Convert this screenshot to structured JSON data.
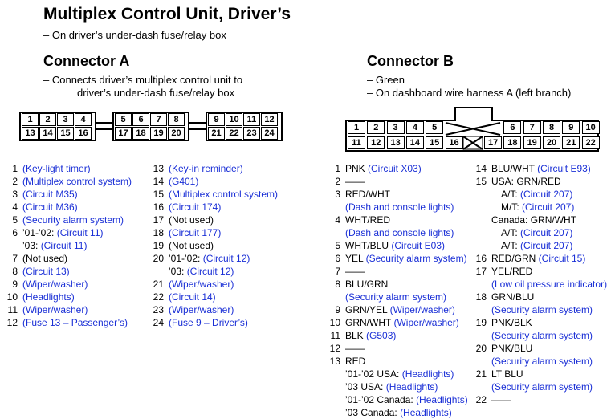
{
  "page": {
    "title": "Multiplex Control Unit, Driver’s",
    "subtitle": "– On driver’s under-dash fuse/relay box"
  },
  "connector_a": {
    "title": "Connector A",
    "desc_1": "– Connects driver’s multiplex control unit to",
    "desc_2": "driver’s under-dash fuse/relay box",
    "pins_top": [
      "1",
      "2",
      "3",
      "4",
      "5",
      "6",
      "7",
      "8",
      "9",
      "10",
      "11",
      "12"
    ],
    "pins_bottom": [
      "13",
      "14",
      "15",
      "16",
      "17",
      "18",
      "19",
      "20",
      "21",
      "22",
      "23",
      "24"
    ],
    "col1": [
      {
        "n": "1",
        "lines": [
          [
            {
              "t": "(Key-light timer)",
              "b": 1
            }
          ]
        ]
      },
      {
        "n": "2",
        "lines": [
          [
            {
              "t": "(Multiplex control system)",
              "b": 1
            }
          ]
        ]
      },
      {
        "n": "3",
        "lines": [
          [
            {
              "t": "(Circuit M35)",
              "b": 1
            }
          ]
        ]
      },
      {
        "n": "4",
        "lines": [
          [
            {
              "t": "(Circuit M36)",
              "b": 1
            }
          ]
        ]
      },
      {
        "n": "5",
        "lines": [
          [
            {
              "t": "(Security alarm system)",
              "b": 1
            }
          ]
        ]
      },
      {
        "n": "6",
        "lines": [
          [
            {
              "t": "’01-’02: ",
              "b": 0
            },
            {
              "t": "(Circuit 11)",
              "b": 1
            }
          ],
          [
            {
              "t": "’03: ",
              "b": 0
            },
            {
              "t": "(Circuit 11)",
              "b": 1
            }
          ]
        ]
      },
      {
        "n": "7",
        "lines": [
          [
            {
              "t": "(Not used)",
              "b": 0
            }
          ]
        ]
      },
      {
        "n": "8",
        "lines": [
          [
            {
              "t": "(Circuit 13)",
              "b": 1
            }
          ]
        ]
      },
      {
        "n": "9",
        "lines": [
          [
            {
              "t": "(Wiper/washer)",
              "b": 1
            }
          ]
        ]
      },
      {
        "n": "10",
        "lines": [
          [
            {
              "t": "(Headlights)",
              "b": 1
            }
          ]
        ]
      },
      {
        "n": "11",
        "lines": [
          [
            {
              "t": "(Wiper/washer)",
              "b": 1
            }
          ]
        ]
      },
      {
        "n": "12",
        "lines": [
          [
            {
              "t": "(Fuse 13 – Passenger’s)",
              "b": 1
            }
          ]
        ]
      }
    ],
    "col2": [
      {
        "n": "13",
        "lines": [
          [
            {
              "t": "(Key-in reminder)",
              "b": 1
            }
          ]
        ]
      },
      {
        "n": "14",
        "lines": [
          [
            {
              "t": "(G401)",
              "b": 1
            }
          ]
        ]
      },
      {
        "n": "15",
        "lines": [
          [
            {
              "t": "(Multiplex control system)",
              "b": 1
            }
          ]
        ]
      },
      {
        "n": "16",
        "lines": [
          [
            {
              "t": "(Circuit 174)",
              "b": 1
            }
          ]
        ]
      },
      {
        "n": "17",
        "lines": [
          [
            {
              "t": "(Not used)",
              "b": 0
            }
          ]
        ]
      },
      {
        "n": "18",
        "lines": [
          [
            {
              "t": "(Circuit 177)",
              "b": 1
            }
          ]
        ]
      },
      {
        "n": "19",
        "lines": [
          [
            {
              "t": "(Not used)",
              "b": 0
            }
          ]
        ]
      },
      {
        "n": "20",
        "lines": [
          [
            {
              "t": "’01-’02: ",
              "b": 0
            },
            {
              "t": "(Circuit 12)",
              "b": 1
            }
          ],
          [
            {
              "t": "’03: ",
              "b": 0
            },
            {
              "t": "(Circuit 12)",
              "b": 1
            }
          ]
        ]
      },
      {
        "n": "21",
        "lines": [
          [
            {
              "t": "(Wiper/washer)",
              "b": 1
            }
          ]
        ]
      },
      {
        "n": "22",
        "lines": [
          [
            {
              "t": "(Circuit 14)",
              "b": 1
            }
          ]
        ]
      },
      {
        "n": "23",
        "lines": [
          [
            {
              "t": "(Wiper/washer)",
              "b": 1
            }
          ]
        ]
      },
      {
        "n": "24",
        "lines": [
          [
            {
              "t": "(Fuse 9 – Driver’s)",
              "b": 1
            }
          ]
        ]
      }
    ]
  },
  "connector_b": {
    "title": "Connector B",
    "desc_1": "– Green",
    "desc_2": "– On dashboard wire harness A (left branch)",
    "pins_top": [
      "1",
      "2",
      "3",
      "4",
      "5",
      "6",
      "7",
      "8",
      "9",
      "10"
    ],
    "pins_bottom": [
      "11",
      "12",
      "13",
      "14",
      "15",
      "16",
      "17",
      "18",
      "19",
      "20",
      "21",
      "22"
    ],
    "col1": [
      {
        "n": "1",
        "lines": [
          [
            {
              "t": "PNK ",
              "b": 0
            },
            {
              "t": "(Circuit X03)",
              "b": 1
            }
          ]
        ]
      },
      {
        "n": "2",
        "lines": [
          [
            {
              "t": "——",
              "b": 0
            }
          ]
        ]
      },
      {
        "n": "3",
        "lines": [
          [
            {
              "t": "RED/WHT",
              "b": 0
            }
          ],
          [
            {
              "t": "(Dash and console lights)",
              "b": 1
            }
          ]
        ]
      },
      {
        "n": "4",
        "lines": [
          [
            {
              "t": "WHT/RED",
              "b": 0
            }
          ],
          [
            {
              "t": "(Dash and console lights)",
              "b": 1
            }
          ]
        ]
      },
      {
        "n": "5",
        "lines": [
          [
            {
              "t": "WHT/BLU ",
              "b": 0
            },
            {
              "t": "(Circuit E03)",
              "b": 1
            }
          ]
        ]
      },
      {
        "n": "6",
        "lines": [
          [
            {
              "t": "YEL ",
              "b": 0
            },
            {
              "t": "(Security alarm system)",
              "b": 1
            }
          ]
        ]
      },
      {
        "n": "7",
        "lines": [
          [
            {
              "t": "——",
              "b": 0
            }
          ]
        ]
      },
      {
        "n": "8",
        "lines": [
          [
            {
              "t": "BLU/GRN",
              "b": 0
            }
          ],
          [
            {
              "t": "(Security alarm system)",
              "b": 1
            }
          ]
        ]
      },
      {
        "n": "9",
        "lines": [
          [
            {
              "t": "GRN/YEL ",
              "b": 0
            },
            {
              "t": "(Wiper/washer)",
              "b": 1
            }
          ]
        ]
      },
      {
        "n": "10",
        "lines": [
          [
            {
              "t": "GRN/WHT ",
              "b": 0
            },
            {
              "t": "(Wiper/washer)",
              "b": 1
            }
          ]
        ]
      },
      {
        "n": "11",
        "lines": [
          [
            {
              "t": "BLK ",
              "b": 0
            },
            {
              "t": "(G503)",
              "b": 1
            }
          ]
        ]
      },
      {
        "n": "12",
        "lines": [
          [
            {
              "t": "——",
              "b": 0
            }
          ]
        ]
      },
      {
        "n": "13",
        "lines": [
          [
            {
              "t": "RED",
              "b": 0
            }
          ],
          [
            {
              "t": "’01-’02 USA: ",
              "b": 0
            },
            {
              "t": "(Headlights)",
              "b": 1
            }
          ],
          [
            {
              "t": "’03 USA: ",
              "b": 0
            },
            {
              "t": "(Headlights)",
              "b": 1
            }
          ],
          [
            {
              "t": "’01-’02 Canada: ",
              "b": 0
            },
            {
              "t": "(Headlights)",
              "b": 1
            }
          ],
          [
            {
              "t": "’03 Canada: ",
              "b": 0
            },
            {
              "t": "(Headlights)",
              "b": 1
            }
          ]
        ]
      }
    ],
    "col2": [
      {
        "n": "14",
        "lines": [
          [
            {
              "t": "BLU/WHT ",
              "b": 0
            },
            {
              "t": "(Circuit E93)",
              "b": 1
            }
          ]
        ]
      },
      {
        "n": "15",
        "lines": [
          [
            {
              "t": "USA: GRN/RED",
              "b": 0
            }
          ],
          [
            {
              "t": "A/T: ",
              "b": 0,
              "i": 1
            },
            {
              "t": "(Circuit 207)",
              "b": 1
            }
          ],
          [
            {
              "t": "M/T: ",
              "b": 0,
              "i": 1
            },
            {
              "t": "(Circuit 207)",
              "b": 1
            }
          ],
          [
            {
              "t": "Canada: GRN/WHT",
              "b": 0
            }
          ],
          [
            {
              "t": "A/T: ",
              "b": 0,
              "i": 1
            },
            {
              "t": "(Circuit 207)",
              "b": 1
            }
          ],
          [
            {
              "t": "A/T: ",
              "b": 0,
              "i": 1
            },
            {
              "t": "(Circuit 207)",
              "b": 1
            }
          ]
        ]
      },
      {
        "n": "16",
        "lines": [
          [
            {
              "t": "RED/GRN ",
              "b": 0
            },
            {
              "t": "(Circuit 15)",
              "b": 1
            }
          ]
        ]
      },
      {
        "n": "17",
        "lines": [
          [
            {
              "t": "YEL/RED",
              "b": 0
            }
          ],
          [
            {
              "t": "(Low oil pressure indicator)",
              "b": 1
            }
          ]
        ]
      },
      {
        "n": "18",
        "lines": [
          [
            {
              "t": "GRN/BLU",
              "b": 0
            }
          ],
          [
            {
              "t": "(Security alarm system)",
              "b": 1
            }
          ]
        ]
      },
      {
        "n": "19",
        "lines": [
          [
            {
              "t": "PNK/BLK",
              "b": 0
            }
          ],
          [
            {
              "t": "(Security alarm system)",
              "b": 1
            }
          ]
        ]
      },
      {
        "n": "20",
        "lines": [
          [
            {
              "t": "PNK/BLU",
              "b": 0
            }
          ],
          [
            {
              "t": "(Security alarm system)",
              "b": 1
            }
          ]
        ]
      },
      {
        "n": "21",
        "lines": [
          [
            {
              "t": "LT BLU",
              "b": 0
            }
          ],
          [
            {
              "t": "(Security alarm system)",
              "b": 1
            }
          ]
        ]
      },
      {
        "n": "22",
        "lines": [
          [
            {
              "t": "——",
              "b": 0
            }
          ]
        ]
      }
    ]
  },
  "colors": {
    "link": "#1a2fd6",
    "text": "#000000"
  }
}
